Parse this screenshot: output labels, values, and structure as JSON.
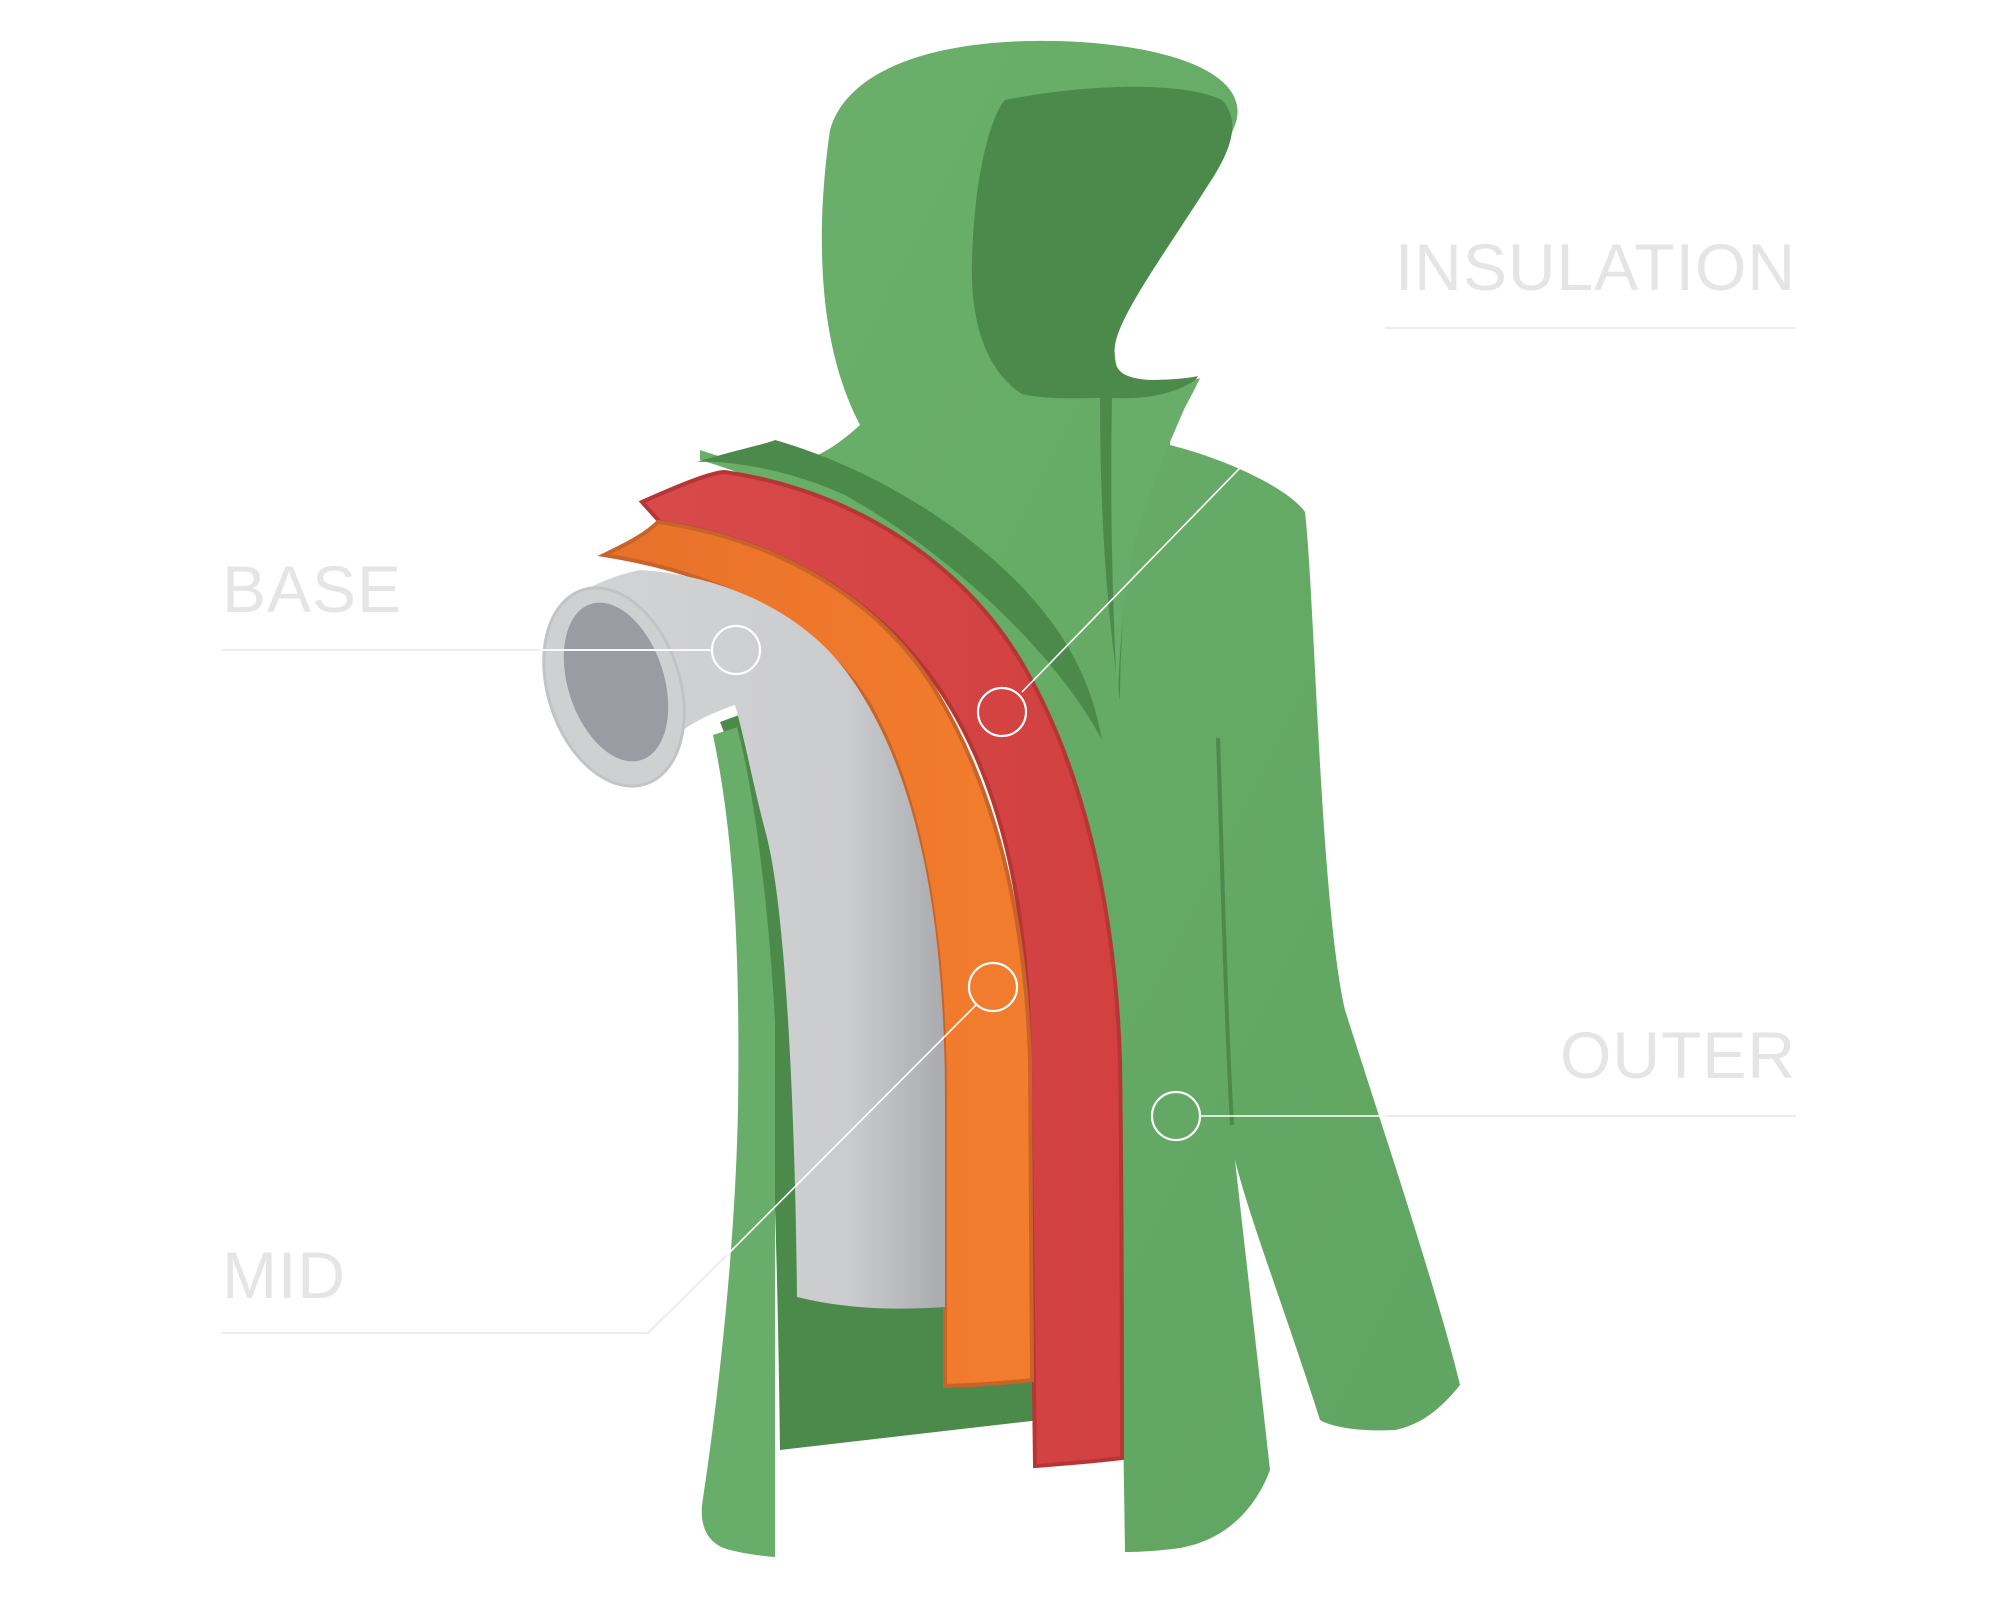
{
  "layers": {
    "base": {
      "label": "BASE",
      "color": "#cfd0d2"
    },
    "mid": {
      "label": "MID",
      "color": "#f07a2c"
    },
    "insulation": {
      "label": "INSULATION",
      "color": "#d94848"
    },
    "outer": {
      "label": "OUTER",
      "color": "#68ad69"
    }
  },
  "colors": {
    "outer_dark": "#4c8a4c",
    "base_inner": "#999ca3",
    "label_text": "#e5e5e5",
    "background": "#ffffff"
  }
}
